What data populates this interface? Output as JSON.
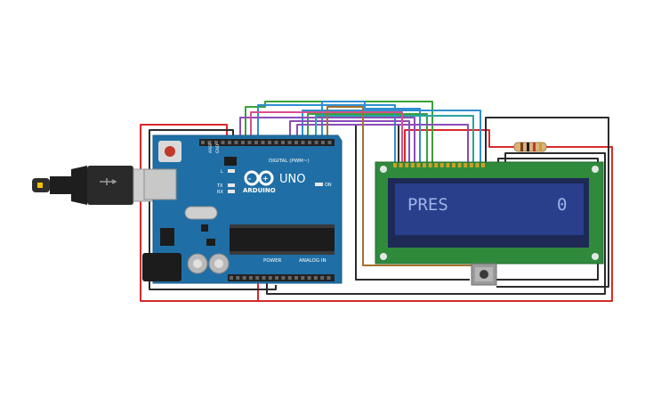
{
  "board": {
    "brand": "ARDUINO",
    "model": "UNO",
    "on_label": "ON",
    "digital_label": "DIGITAL (PWM~)",
    "power_label": "POWER",
    "analog_label": "ANALOG IN",
    "aref_label": "AREF",
    "gnd_label": "GND",
    "tx_label": "TX",
    "rx_label": "RX",
    "l_label": "L",
    "color": "#1f6fa6"
  },
  "lcd": {
    "line1_left": "PRES",
    "line1_right": "0",
    "screen_color": "#2a3f8c",
    "text_color": "#9fb3e8",
    "pcb_color": "#2f8a3c"
  },
  "wire_colors": {
    "red": "#d62a2a",
    "black": "#2b2b2b",
    "green": "#3aa13a",
    "blue": "#2f8fd1",
    "purple": "#8b4db8",
    "brown": "#a5702e",
    "teal": "#2ba3a3"
  }
}
